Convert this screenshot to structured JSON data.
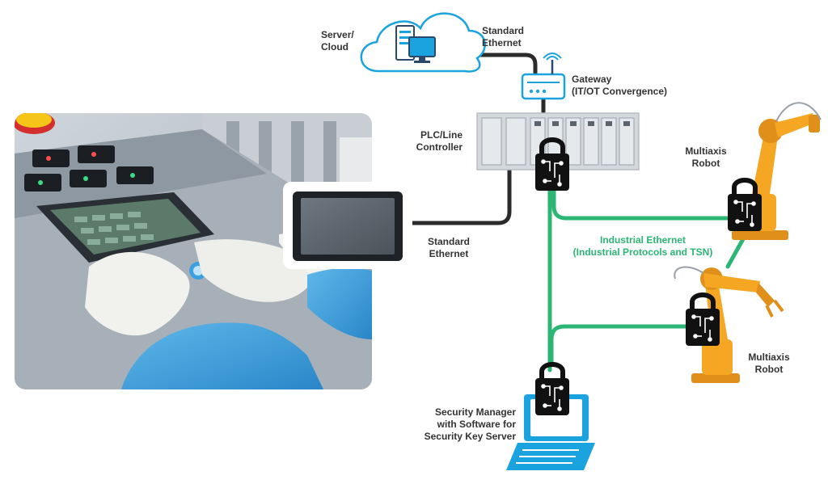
{
  "labels": {
    "server_cloud": [
      "Server/",
      "Cloud"
    ],
    "standard_ethernet_top": [
      "Standard",
      "Ethernet"
    ],
    "gateway": [
      "Gateway",
      "(IT/OT Convergence)"
    ],
    "plc": [
      "PLC/Line",
      "Controller"
    ],
    "standard_ethernet_bottom": [
      "Standard",
      "Ethernet"
    ],
    "robot_top": [
      "Multiaxis",
      "Robot"
    ],
    "industrial_ethernet": [
      "Industrial Ethernet",
      "(Industrial Protocols and TSN)"
    ],
    "robot_bottom": [
      "Multiaxis",
      "Robot"
    ],
    "security_manager": [
      "Security Manager",
      "with Software for",
      "Security Key Server"
    ]
  },
  "colors": {
    "standard_link": "#2b2b2b",
    "industrial_link": "#2bb673",
    "cloud_stroke": "#1aa3df",
    "gateway_stroke": "#1aa3df",
    "laptop_fill": "#1aa3df",
    "robot_fill": "#f5a623",
    "lock_fill": "#111111",
    "plc_fill": "#d4d8dd"
  },
  "icons": {
    "cloud": "cloud-icon",
    "server": "server-icon",
    "gateway": "router-icon",
    "plc": "plc-rack-icon",
    "hmi": "hmi-panel-icon",
    "lock": "padlock-circuit-icon",
    "robot": "robot-arm-icon",
    "laptop": "laptop-icon",
    "photo": "operator-control-panel-photo"
  }
}
